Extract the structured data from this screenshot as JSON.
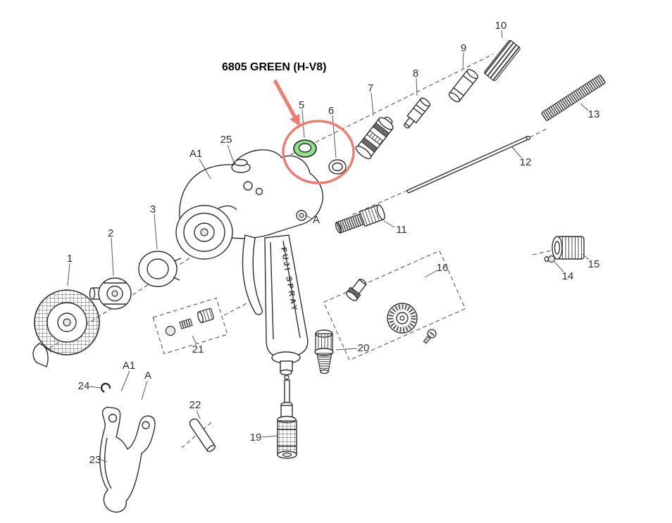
{
  "callout": {
    "text": "6805 GREEN (H-V8)"
  },
  "gun": {
    "brand_text": "FUJI SPRAY"
  },
  "highlight": {
    "circle_color": "#ee7c70",
    "arrow_color": "#ee7c70",
    "part_fill": "#8ee38a"
  },
  "parts": {
    "n1": "1",
    "n2": "2",
    "n3": "3",
    "n5": "5",
    "n6": "6",
    "n7": "7",
    "n8": "8",
    "n9": "9",
    "n10": "10",
    "n11": "11",
    "n12": "12",
    "n13": "13",
    "n14": "14",
    "n15": "15",
    "n16": "16",
    "n19": "19",
    "n20": "20",
    "n21": "21",
    "n22": "22",
    "n23": "23",
    "n24": "24",
    "n25": "25"
  },
  "refs": {
    "a1_top": "A1",
    "a_top": "A",
    "a1_bottom": "A1",
    "a_bottom": "A"
  }
}
